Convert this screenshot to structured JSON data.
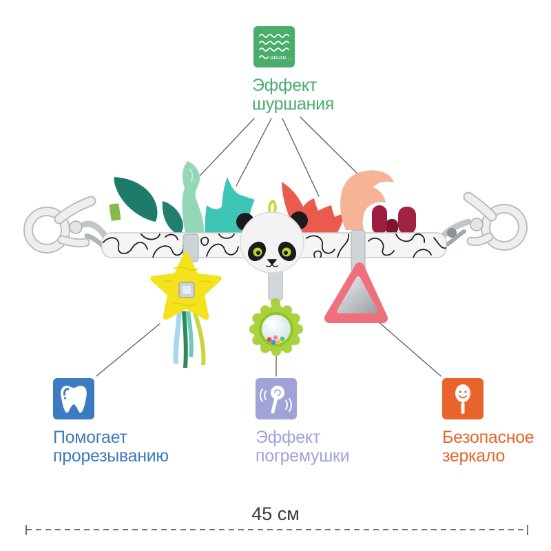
{
  "callouts": {
    "rustle": {
      "icon": "rustle-waves-icon",
      "icon_text": "шшш...",
      "line1": "Эффект",
      "line2": "шуршания",
      "color": "#4aad6c"
    },
    "teething": {
      "icon": "tooth-icon",
      "line1": "Помогает",
      "line2": "прорезыванию",
      "color": "#3c7bbf"
    },
    "rattle": {
      "icon": "rattle-icon",
      "line1": "Эффект",
      "line2": "погремушки",
      "color": "#9fa3d8"
    },
    "mirror": {
      "icon": "hand-mirror-icon",
      "line1": "Безопасное",
      "line2": "зеркало",
      "color": "#e8642a"
    }
  },
  "dimension": {
    "label": "45 см"
  }
}
